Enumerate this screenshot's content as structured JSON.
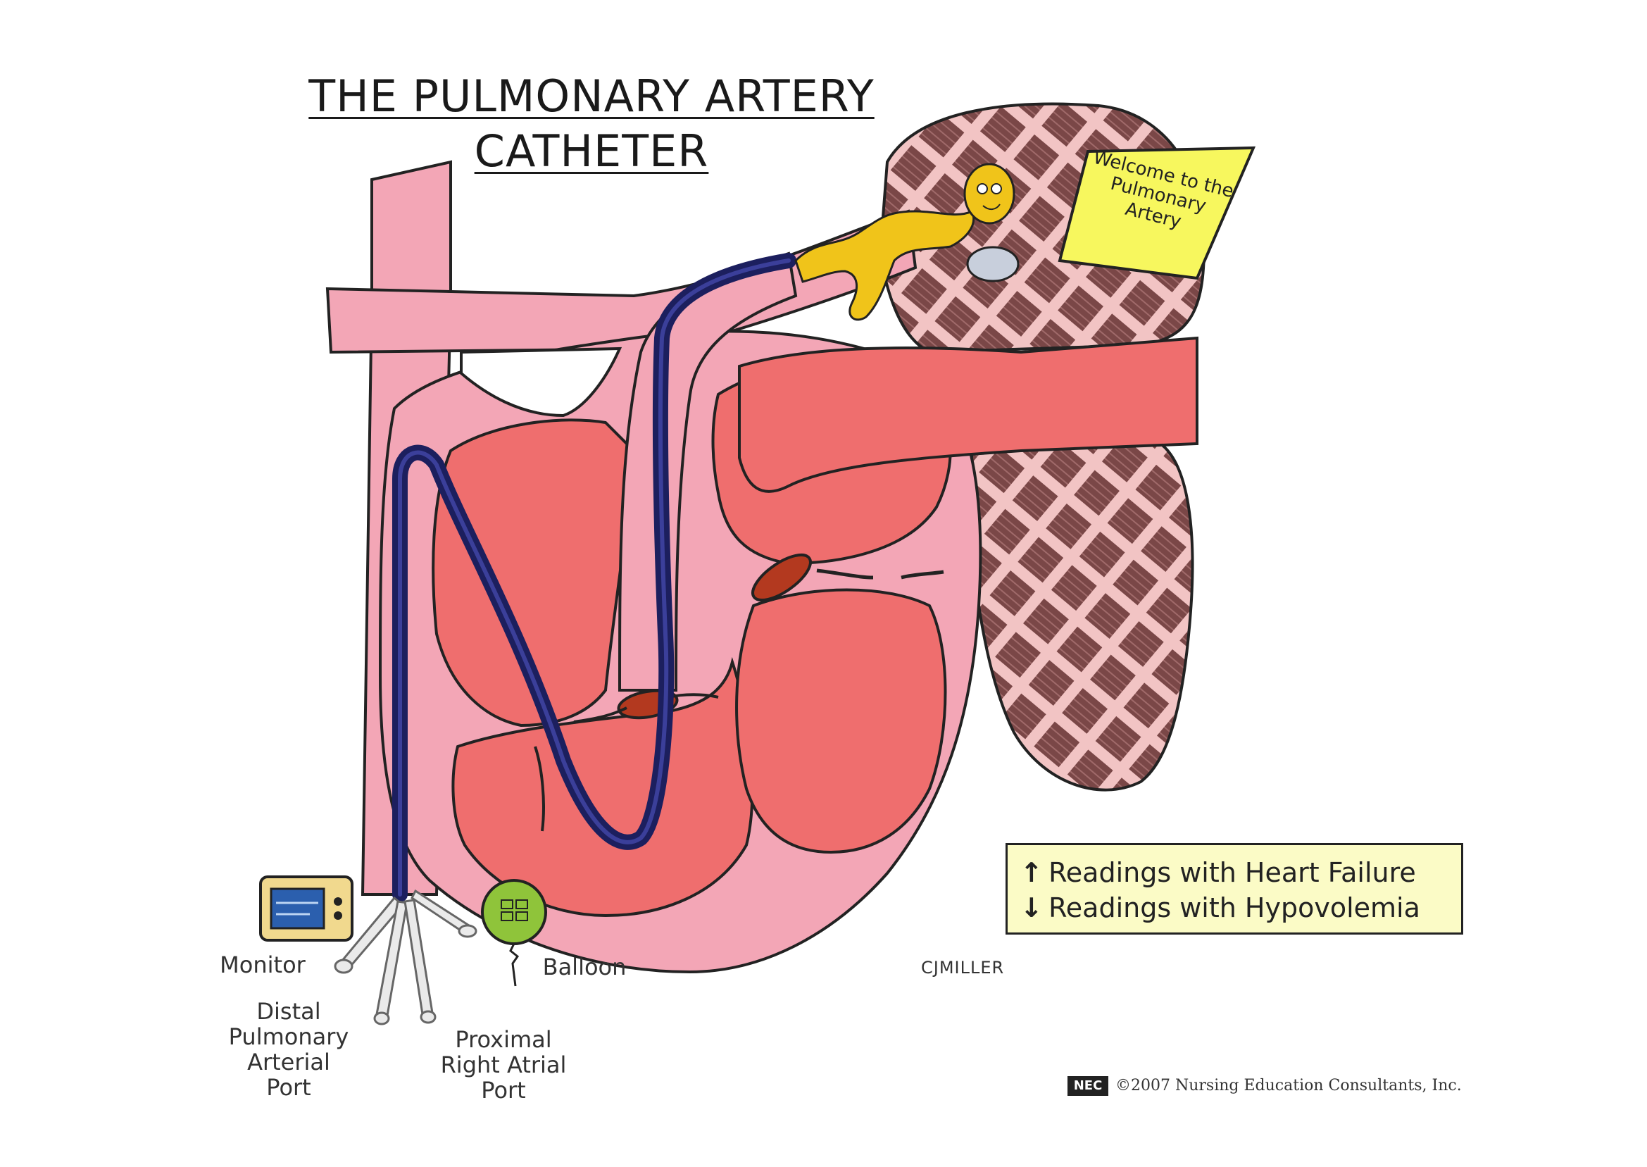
{
  "title": {
    "line1": "THE PULMONARY ARTERY",
    "line2": "CATHETER"
  },
  "sign": {
    "text": "Welcome to the Pulmonary Artery"
  },
  "labels": {
    "monitor": "Monitor",
    "balloon": "Balloon",
    "distal_port": "Distal\nPulmonary\nArterial\nPort",
    "proximal_port": "Proximal\nRight Atrial\nPort"
  },
  "legend": {
    "up_arrow": "↑",
    "up_text": "Readings with Heart Failure",
    "down_arrow": "↓",
    "down_text": "Readings with Hypovolemia"
  },
  "signature": "CJMILLER",
  "copyright": {
    "logo": "NEC",
    "text": "©2007 Nursing Education Consultants, Inc."
  },
  "colors": {
    "vessel_pink": "#f3a6b6",
    "chamber_red": "#ef6e6e",
    "catheter_navy": "#1c1f5e",
    "lung_pink": "#f2c4c4",
    "lung_tissue": "#7a4747",
    "character_yellow": "#f0c41a",
    "sign_yellow": "#f7f75e",
    "balloon_green": "#8fc43a"
  },
  "icons": {
    "monitor": "monitor-icon",
    "balloon": "balloon-icon",
    "character": "character-icon"
  }
}
